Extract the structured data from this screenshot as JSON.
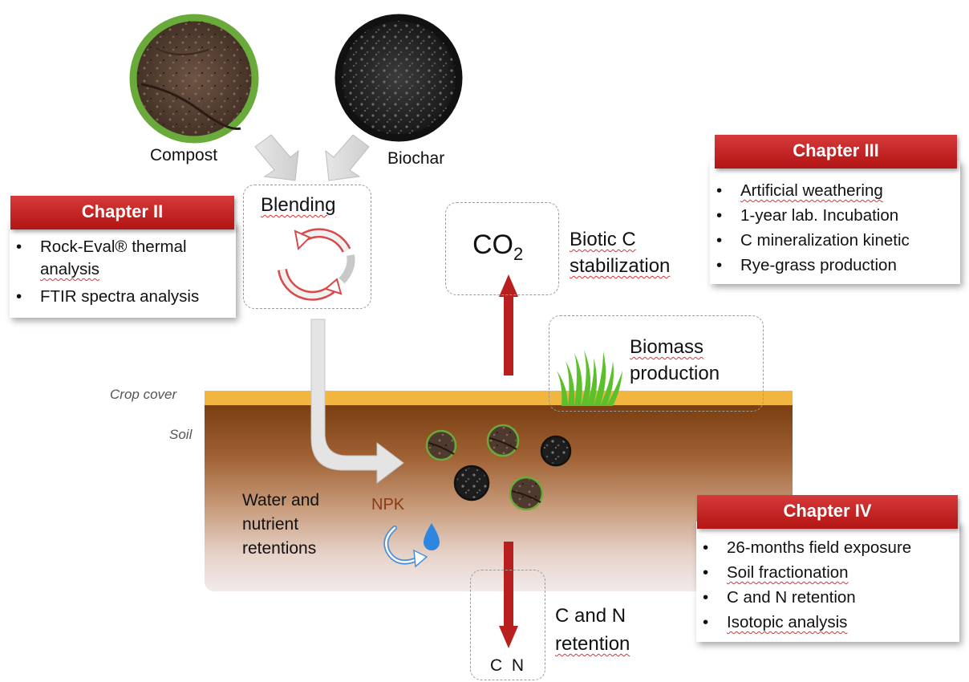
{
  "materials": {
    "compost_label": "Compost",
    "biochar_label": "Biochar"
  },
  "process": {
    "blending_label": "Blending",
    "co2_label": "CO",
    "co2_subscript": "2",
    "biotic_line1": "Biotic C",
    "biotic_line2": "stabilization",
    "biomass_line1": "Biomass",
    "biomass_line2": "production",
    "water_line1": "Water and",
    "water_line2": "nutrient",
    "water_line3": "retentions",
    "npk_label": "NPK",
    "cn_box_label": "C  N",
    "cn_line1": "C and N",
    "cn_line2": "retention"
  },
  "layers": {
    "crop_cover_label": "Crop cover",
    "soil_label": "Soil"
  },
  "chapters": {
    "ch2": {
      "title": "Chapter II",
      "item1_line1": "Rock-Eval® thermal",
      "item1_line2": "analysis",
      "item2": "FTIR spectra analysis"
    },
    "ch3": {
      "title": "Chapter III",
      "items": [
        "Artificial weathering",
        "1-year lab. Incubation",
        "C mineralization kinetic",
        "Rye-grass production"
      ]
    },
    "ch4": {
      "title": "Chapter IV",
      "items": [
        "26-months field exposure",
        "Soil fractionation",
        "C and N retention",
        "Isotopic analysis"
      ]
    }
  },
  "colors": {
    "chapter_red": "#c42020",
    "crop_cover": "#f2b540",
    "soil_top": "#7a3e10",
    "soil_bottom": "#efe6e4",
    "compost_ring": "#6aaa3a",
    "biochar_ring": "#111111",
    "arrow_red": "#b82020",
    "npk_brown": "#8b3a14",
    "water_blue": "#3a8ee0"
  }
}
